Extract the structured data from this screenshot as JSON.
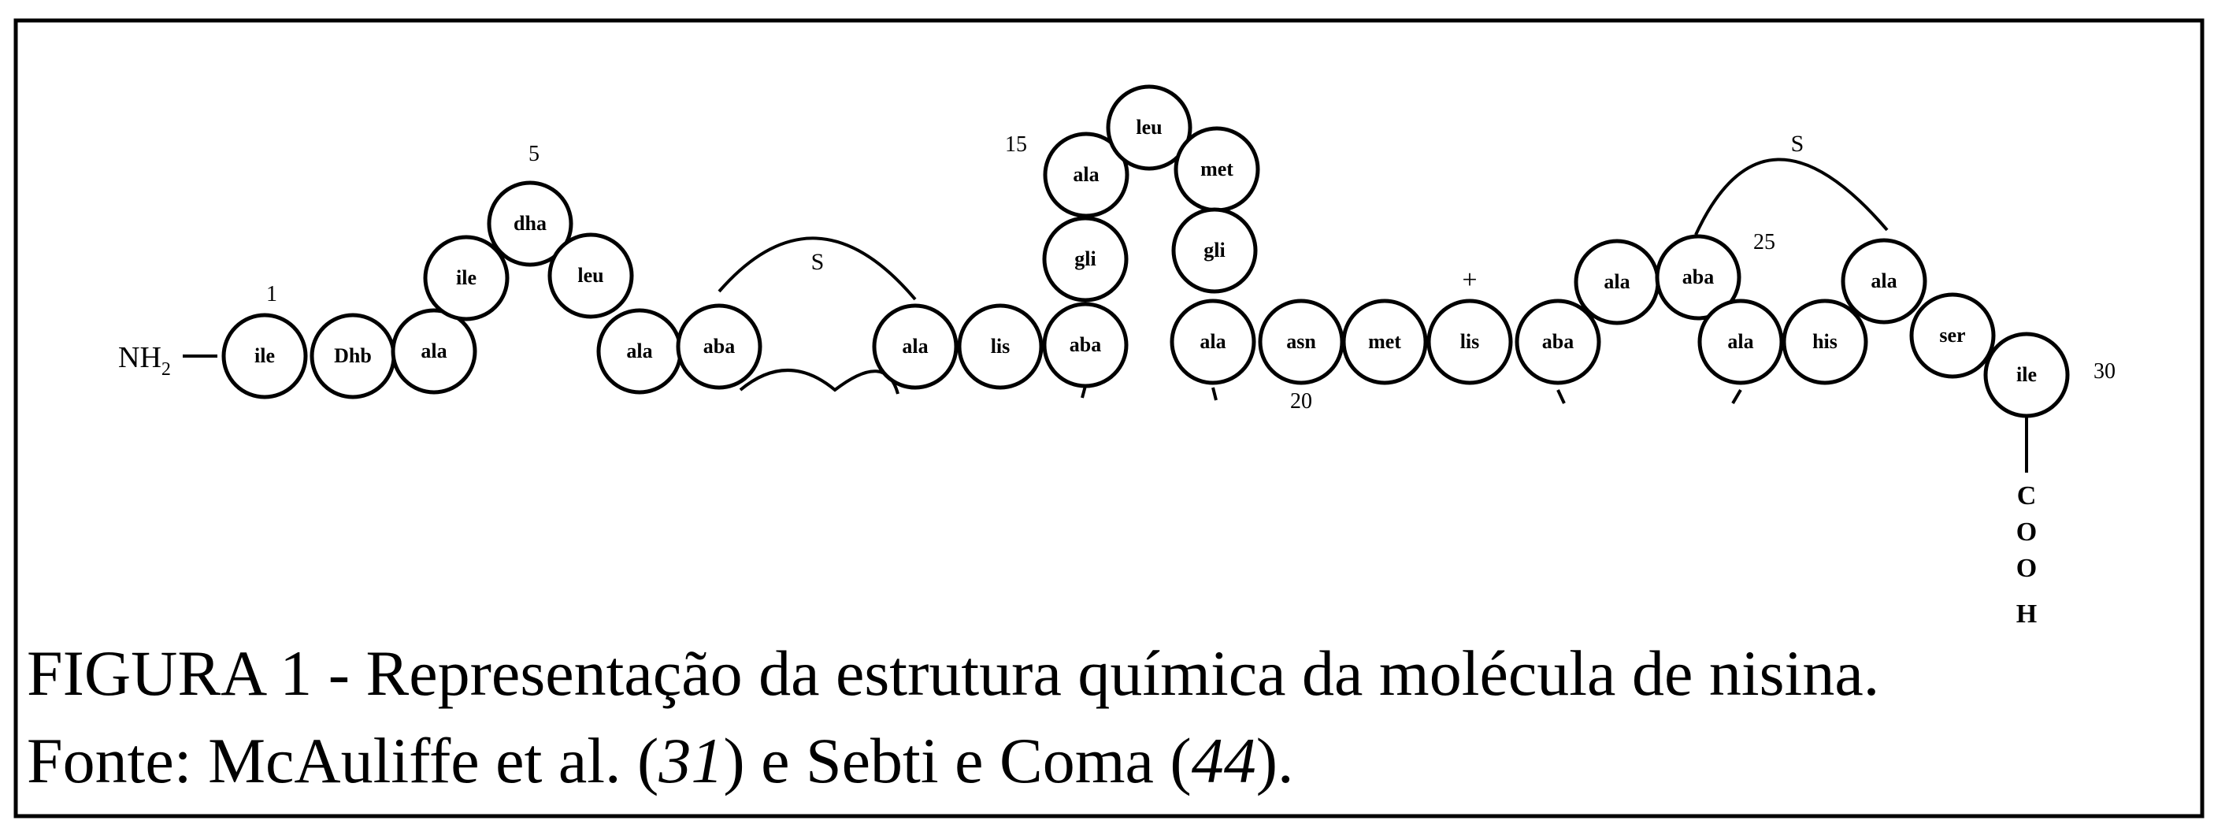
{
  "figure": {
    "caption_line1": "FIGURA 1 - Representação da estrutura química da molécula de nisina.",
    "caption_line2_prefix": "Fonte: McAuliffe et al. (",
    "caption_ref1": "31",
    "caption_line2_mid": ") e Sebti e Coma (",
    "caption_ref2": "44",
    "caption_line2_suffix": ")."
  },
  "molecule": {
    "n_terminus": "NH",
    "n_terminus_subscript": "2",
    "c_terminus": [
      "C",
      "O",
      "O",
      "H"
    ],
    "position_numbers": [
      "1",
      "5",
      "15",
      "20",
      "25",
      "30"
    ],
    "sulfur_bridge_label": "S",
    "charge_label": "+",
    "residues": [
      "ile",
      "Dhb",
      "ala",
      "ile",
      "dha",
      "leu",
      "ala",
      "aba",
      "ala",
      "lis",
      "aba",
      "gli",
      "ala",
      "leu",
      "met",
      "gli",
      "ala",
      "asn",
      "met",
      "lis",
      "aba",
      "ala",
      "aba",
      "ala",
      "his",
      "ala",
      "ser",
      "ile"
    ]
  }
}
